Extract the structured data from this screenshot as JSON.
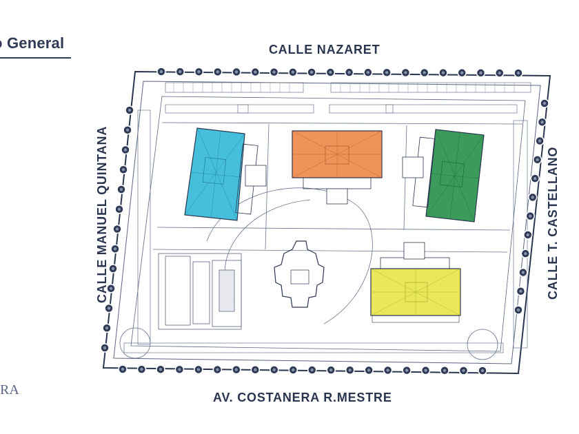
{
  "title": "o General",
  "streets": {
    "top": "CALLE NAZARET",
    "bottom": "AV. COSTANERA R.MESTRE",
    "left": "CALLE MANUEL QUINTANA",
    "right": "CALLE T. CASTELLANO"
  },
  "logo_fragment": "RA",
  "colors": {
    "building_blue": "#45bfdc",
    "building_orange": "#f0935a",
    "building_green": "#3a9b5a",
    "building_yellow": "#e8e85a",
    "outline": "#2a3550",
    "tree": "#2f3a56"
  }
}
